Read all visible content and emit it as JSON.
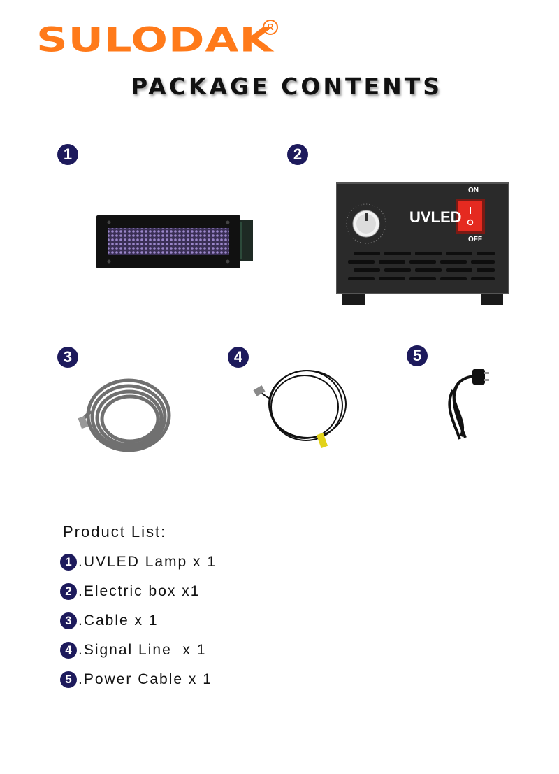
{
  "header": {
    "brand": "SULODAK",
    "registered_mark": "R",
    "title": "PACKAGE CONTENTS"
  },
  "items": [
    {
      "number": "1",
      "name": "uvled-lamp"
    },
    {
      "number": "2",
      "name": "electric-box",
      "display_text": "UVLED",
      "switch_on": "ON",
      "switch_off": "OFF"
    },
    {
      "number": "3",
      "name": "cable"
    },
    {
      "number": "4",
      "name": "signal-line"
    },
    {
      "number": "5",
      "name": "power-cable"
    }
  ],
  "product_list": {
    "heading": "Product List:",
    "entries": [
      {
        "number": "1",
        "text": ".UVLED Lamp x 1"
      },
      {
        "number": "2",
        "text": ".Electric box x1"
      },
      {
        "number": "3",
        "text": ".Cable x 1"
      },
      {
        "number": "4",
        "text": ".Signal Line  x 1"
      },
      {
        "number": "5",
        "text": ".Power Cable x 1"
      }
    ]
  },
  "colors": {
    "brand": "#ff7a1a",
    "badge": "#1d1a5c",
    "switch": "#e52a20"
  }
}
